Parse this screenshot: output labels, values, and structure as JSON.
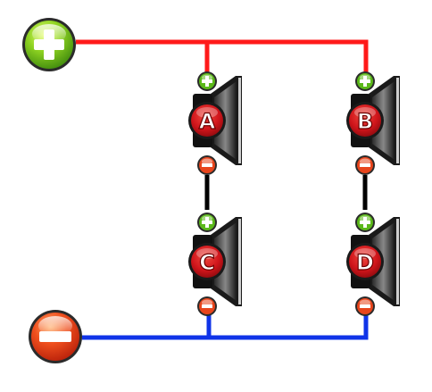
{
  "terminals": {
    "positive": {
      "name": "positive-terminal-icon",
      "color": "#76c31a"
    },
    "negative": {
      "name": "negative-terminal-icon",
      "color": "#e2431a"
    }
  },
  "wires": {
    "positive_color": "#ff1a1a",
    "negative_color": "#1034e8",
    "series_color": "#000000"
  },
  "speakers": [
    {
      "letter": "A"
    },
    {
      "letter": "B"
    },
    {
      "letter": "C"
    },
    {
      "letter": "D"
    }
  ],
  "speaker_badge_color": "#d4151b",
  "small_terminal_positive_color": "#5bb81a",
  "small_terminal_negative_color": "#e8451c"
}
